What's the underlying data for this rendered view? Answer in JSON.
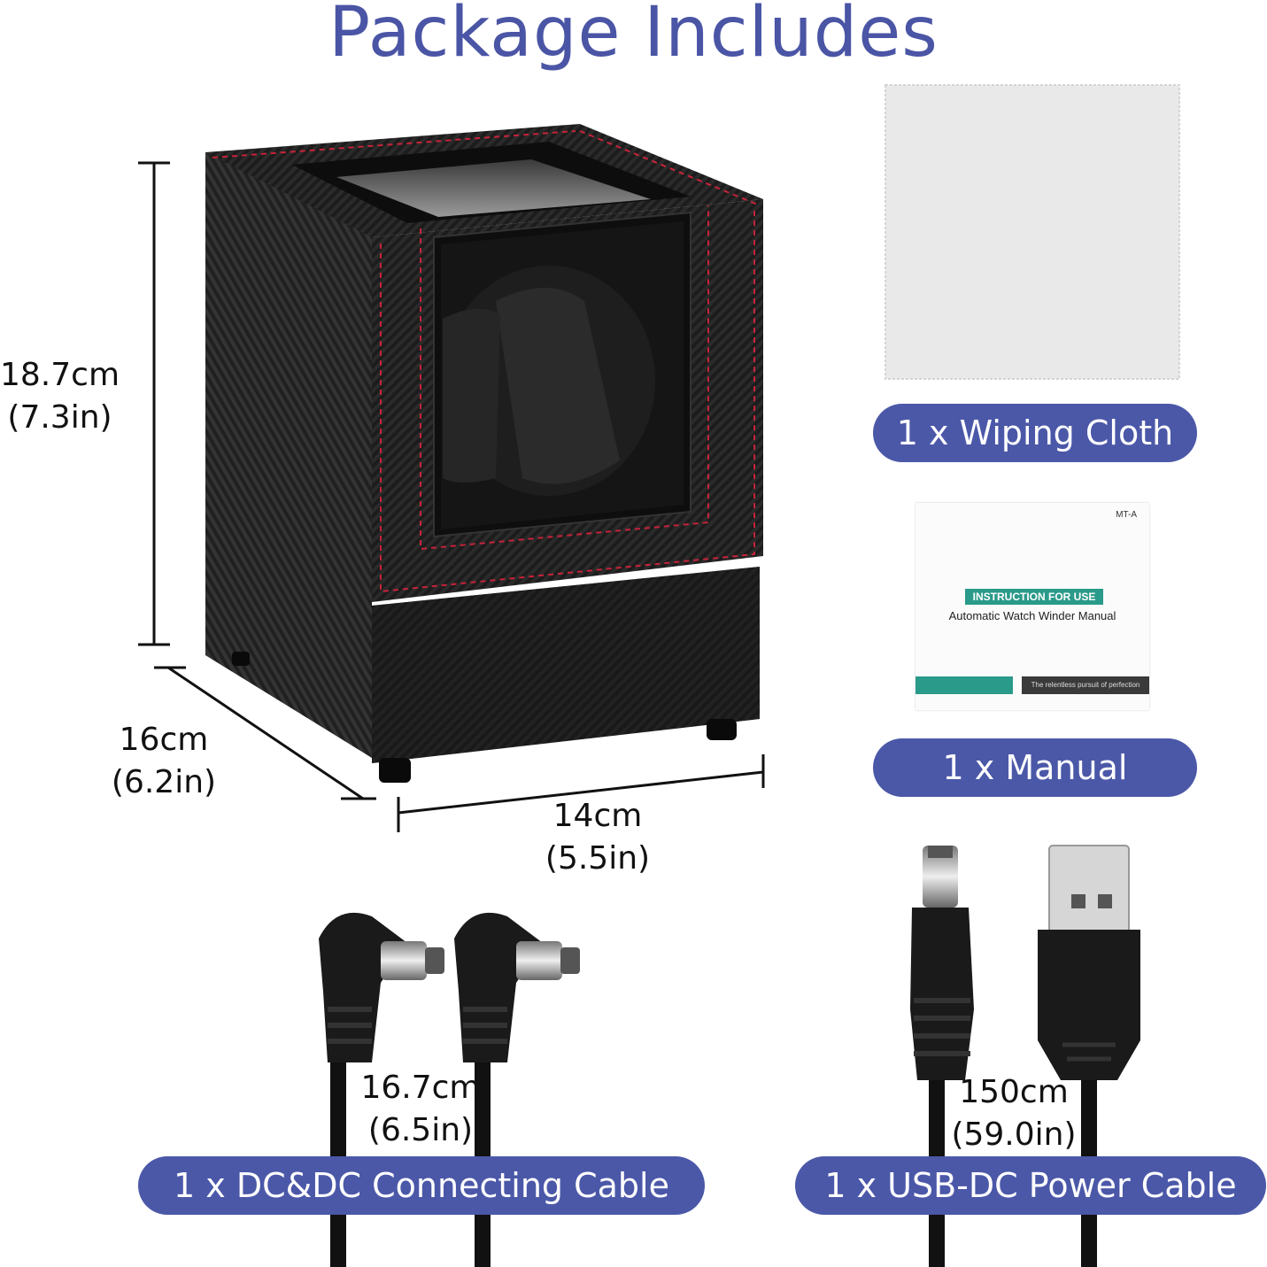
{
  "title": "Package Includes",
  "dimensions": {
    "height": {
      "cm": "18.7cm",
      "in": "(7.3in)"
    },
    "depth": {
      "cm": "16cm",
      "in": "(6.2in)"
    },
    "width": {
      "cm": "14cm",
      "in": "(5.5in)"
    }
  },
  "items": {
    "cloth": "1 x Wiping Cloth",
    "manual": "1 x Manual",
    "dc_cable": "1 x DC&DC Connecting Cable",
    "usb_cable": "1 x USB-DC Power Cable"
  },
  "manual_cover": {
    "code": "MT-A",
    "badge": "INSTRUCTION FOR USE",
    "subtitle": "Automatic Watch Winder Manual",
    "footer": "The relentless pursuit of perfection"
  },
  "cable_lengths": {
    "dc": {
      "cm": "16.7cm",
      "in": "(6.5in)"
    },
    "usb": {
      "cm": "150cm",
      "in": "(59.0in)"
    }
  },
  "colors": {
    "title": "#4a55a5",
    "pill": "#4b58a8",
    "stitch": "#c8233a"
  }
}
